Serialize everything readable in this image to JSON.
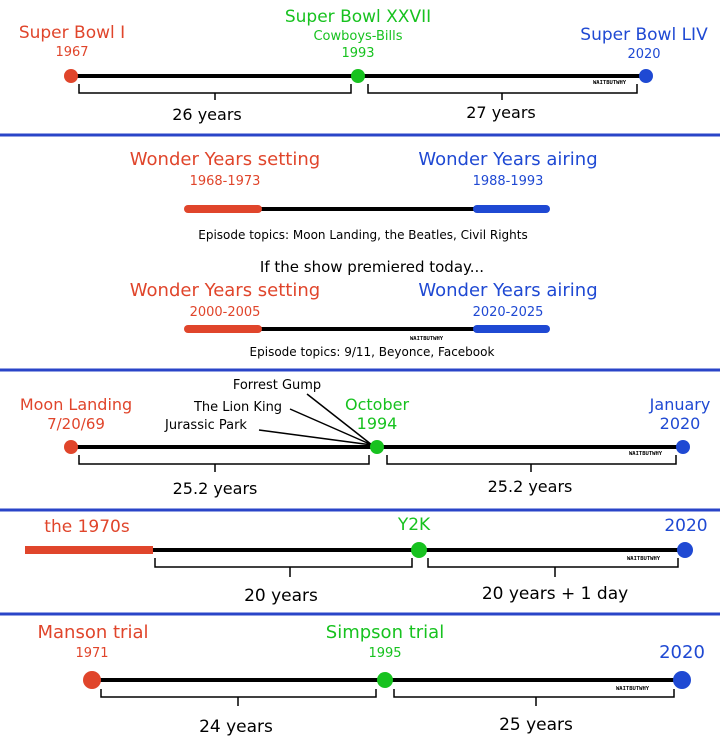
{
  "colors": {
    "red": "#e0452b",
    "green": "#17c21f",
    "blue": "#1f49d3",
    "black": "#000000",
    "divider": "#2a45c8"
  },
  "watermark": "WAITBUTWHY",
  "panel1": {
    "start": {
      "title": "Super Bowl I",
      "year": "1967"
    },
    "mid": {
      "title": "Super Bowl XXVII",
      "subtitle": "Cowboys-Bills",
      "year": "1993"
    },
    "end": {
      "title": "Super Bowl LIV",
      "year": "2020"
    },
    "span_left": "26 years",
    "span_right": "27 years"
  },
  "panel2": {
    "top": {
      "setting_title": "Wonder Years setting",
      "setting_years": "1968-1973",
      "airing_title": "Wonder Years airing",
      "airing_years": "1988-1993",
      "topics": "Episode topics: Moon Landing, the Beatles, Civil Rights"
    },
    "middle_text": "If the show premiered today...",
    "bottom": {
      "setting_title": "Wonder Years setting",
      "setting_years": "2000-2005",
      "airing_title": "Wonder Years airing",
      "airing_years": "2020-2025",
      "topics": "Episode topics: 9/11, Beyonce, Facebook"
    }
  },
  "panel3": {
    "start": {
      "title": "Moon Landing",
      "date": "7/20/69"
    },
    "movies": [
      "Forrest Gump",
      "The Lion King",
      "Jurassic Park"
    ],
    "mid": {
      "title": "October",
      "year": "1994"
    },
    "end": {
      "title": "January",
      "year": "2020"
    },
    "span_left": "25.2 years",
    "span_right": "25.2 years"
  },
  "panel4": {
    "start": "the 1970s",
    "mid": "Y2K",
    "end": "2020",
    "span_left": "20 years",
    "span_right": "20 years + 1 day"
  },
  "panel5": {
    "start": {
      "title": "Manson trial",
      "year": "1971"
    },
    "mid": {
      "title": "Simpson trial",
      "year": "1995"
    },
    "end": "2020",
    "span_left": "24 years",
    "span_right": "25 years"
  }
}
